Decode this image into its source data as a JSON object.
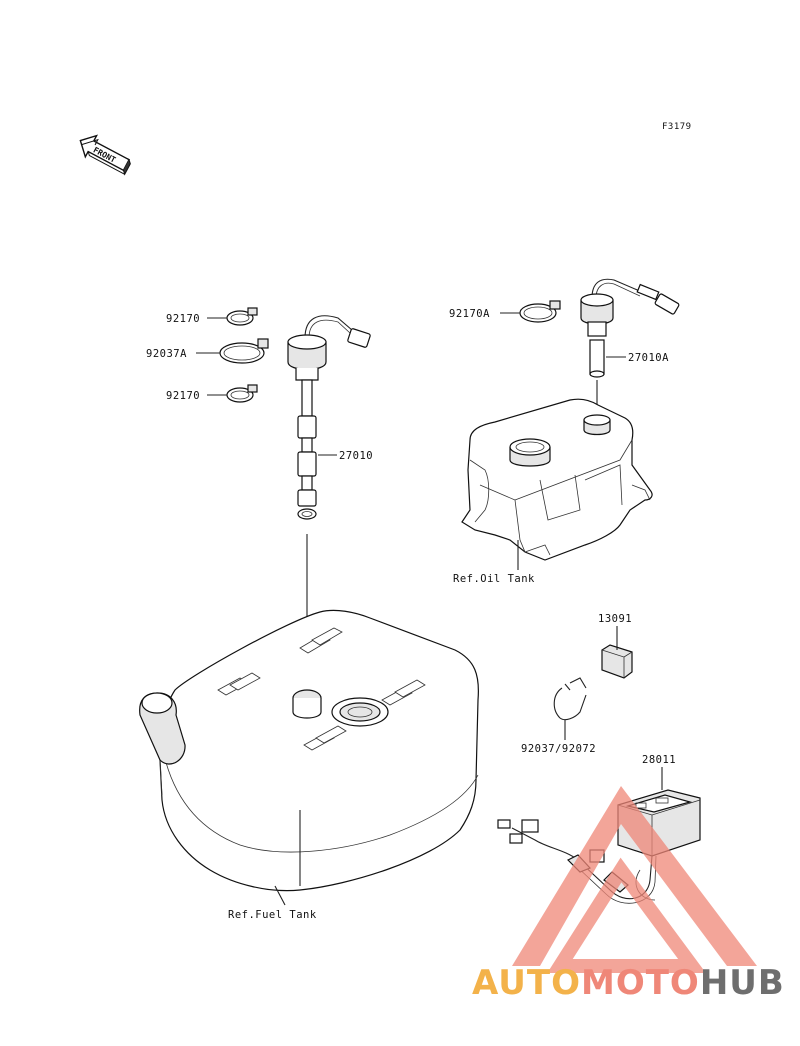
{
  "figure_code": "F3179",
  "front_label": "FRONT",
  "parts": {
    "clamp_upper": "92170",
    "clamp_large": "92037A",
    "clamp_lower": "92170",
    "fuel_gauge": "27010",
    "oil_clamp": "92170A",
    "oil_gauge": "27010A",
    "bracket": "13091",
    "band": "92037/92072",
    "meter": "28011"
  },
  "refs": {
    "oil_tank": "Ref.Oil Tank",
    "fuel_tank": "Ref.Fuel Tank"
  },
  "watermark": {
    "part1": "AUTO",
    "part2": "MOTO",
    "part3": "HUB",
    "color1": "#f3b24a",
    "color2": "#ef8778",
    "color3": "#6e6e6e"
  }
}
